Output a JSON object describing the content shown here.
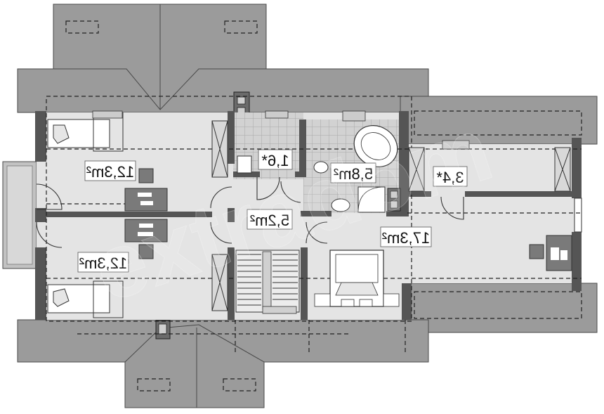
{
  "colors": {
    "roof": "#9b9b9b",
    "roof_dark": "#888888",
    "roof_stroke": "#4a4a4a",
    "floor": "#e4e4e4",
    "wall": "#555555",
    "furniture": "#7a7a7a",
    "tile": "#c9c9c9",
    "dashed": "#222222"
  },
  "watermark": "extradom",
  "rooms": [
    {
      "id": "bedroom-top-left",
      "label": "12,3m²"
    },
    {
      "id": "bedroom-bottom-left",
      "label": "12,3m²"
    },
    {
      "id": "storage-small",
      "label": "1,6*"
    },
    {
      "id": "bathroom",
      "label": "5,8m²"
    },
    {
      "id": "hall",
      "label": "5,2m²"
    },
    {
      "id": "storage-right",
      "label": "3,4*"
    },
    {
      "id": "main-room-right",
      "label": "17,3m²"
    }
  ]
}
